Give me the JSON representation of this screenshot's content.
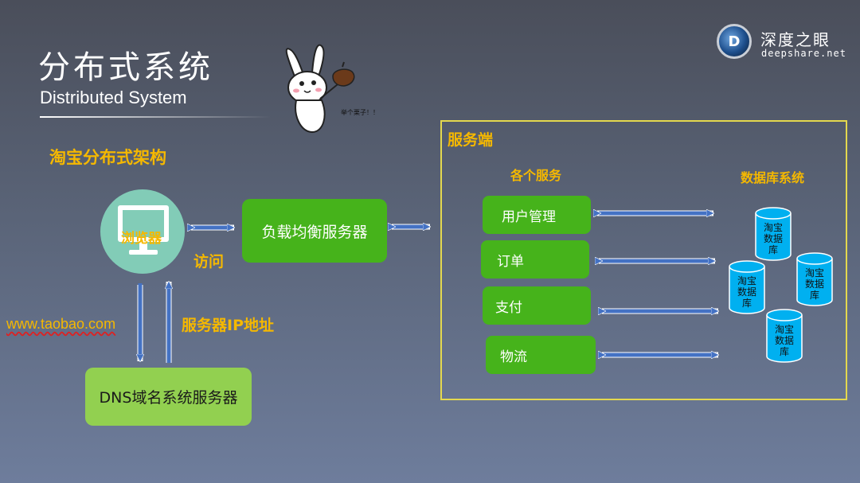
{
  "header": {
    "title_cn": "分布式系统",
    "title_en": "Distributed System"
  },
  "brand": {
    "logo_letter": "D",
    "name_cn": "深度之眼",
    "domain": "deepshare.net"
  },
  "mascot": {
    "icon": "rabbit-chestnut-icon",
    "caption": "举个栗子！！"
  },
  "diagram": {
    "subtitle": "淘宝分布式架构",
    "browser": {
      "icon": "monitor-icon",
      "label": "浏览器"
    },
    "visit_label": "访问",
    "load_balancer": "负载均衡服务器",
    "url_label": "www.taobao.com",
    "ip_label": "服务器IP地址",
    "dns_server": "DNS域名系统服务器",
    "server_side": {
      "title": "服务端",
      "services_title": "各个服务",
      "db_title": "数据库系统",
      "services": [
        {
          "label": "用户管理"
        },
        {
          "label": "订单"
        },
        {
          "label": "支付"
        },
        {
          "label": "物流"
        }
      ],
      "databases": [
        {
          "label": "淘宝数据库"
        },
        {
          "label": "淘宝数据库"
        },
        {
          "label": "淘宝数据库"
        },
        {
          "label": "淘宝数据库"
        }
      ]
    }
  },
  "colors": {
    "accent_yellow": "#f5b800",
    "node_green": "#46b31b",
    "dns_green": "#92d050",
    "db_cyan": "#00b0f0",
    "arrow_blue": "#4472c4",
    "frame_yellow": "#e4d84e"
  }
}
